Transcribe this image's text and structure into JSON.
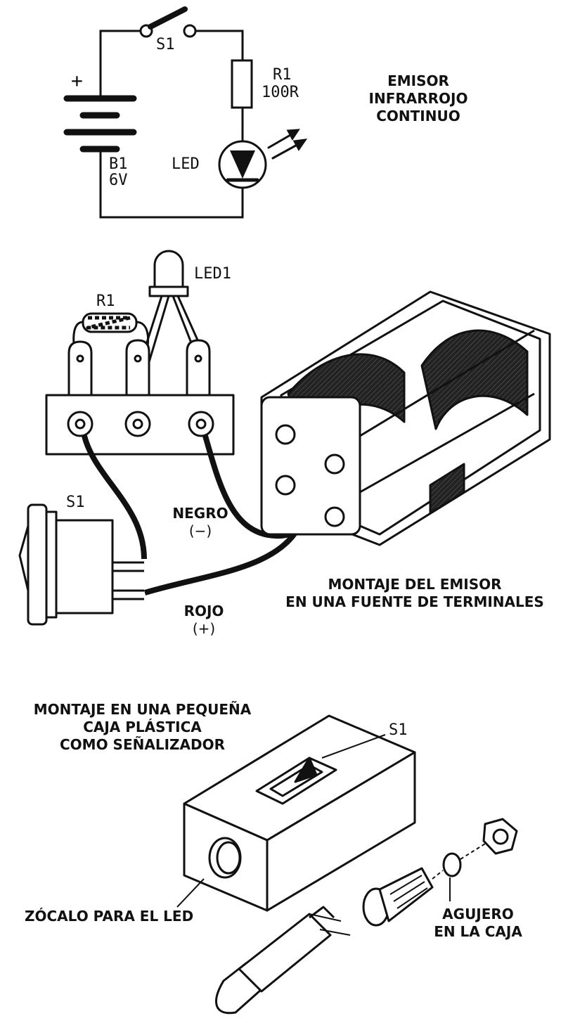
{
  "schematic": {
    "title_lines": [
      "EMISOR",
      "INFRARROJO",
      "CONTINUO"
    ],
    "switch_label": "S1",
    "resistor_label": "R1",
    "resistor_value": "100R",
    "led_label": "LED",
    "battery_plus": "+",
    "battery_label": "B1",
    "battery_value": "6V"
  },
  "wiring": {
    "led_label": "LED1",
    "resistor_label": "R1",
    "switch_label": "S1",
    "black_wire": "NEGRO",
    "black_polarity": "(−)",
    "red_wire": "ROJO",
    "red_polarity": "(+)",
    "caption_lines": [
      "MONTAJE DEL EMISOR",
      "EN UNA FUENTE DE TERMINALES"
    ]
  },
  "box": {
    "caption_lines": [
      "MONTAJE EN UNA PEQUEÑA",
      "CAJA PLÁSTICA",
      "COMO SEÑALIZADOR"
    ],
    "switch_label": "S1",
    "socket_label": "ZÓCALO PARA EL LED",
    "hole_lines": [
      "AGUJERO",
      "EN LA CAJA"
    ]
  }
}
